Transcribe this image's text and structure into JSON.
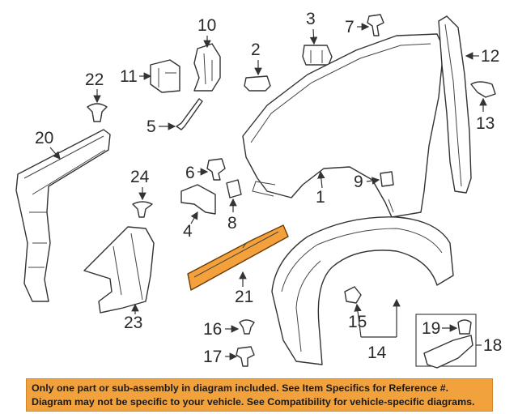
{
  "callouts": {
    "c1": "1",
    "c2": "2",
    "c3": "3",
    "c4": "4",
    "c5": "5",
    "c6": "6",
    "c7": "7",
    "c8": "8",
    "c9": "9",
    "c10": "10",
    "c11": "11",
    "c12": "12",
    "c13": "13",
    "c14": "14",
    "c15": "15",
    "c16": "16",
    "c17": "17",
    "c18": "18",
    "c19": "19",
    "c20": "20",
    "c21": "21",
    "c22": "22",
    "c23": "23",
    "c24": "24"
  },
  "highlight_color": "#f5a13b",
  "notice": {
    "line1": "Only one part or sub-assembly in diagram included. See Item Specifics for Reference #.",
    "line2": "Diagram may not be specific to your vehicle. See Compatibility for vehicle-specific diagrams."
  }
}
